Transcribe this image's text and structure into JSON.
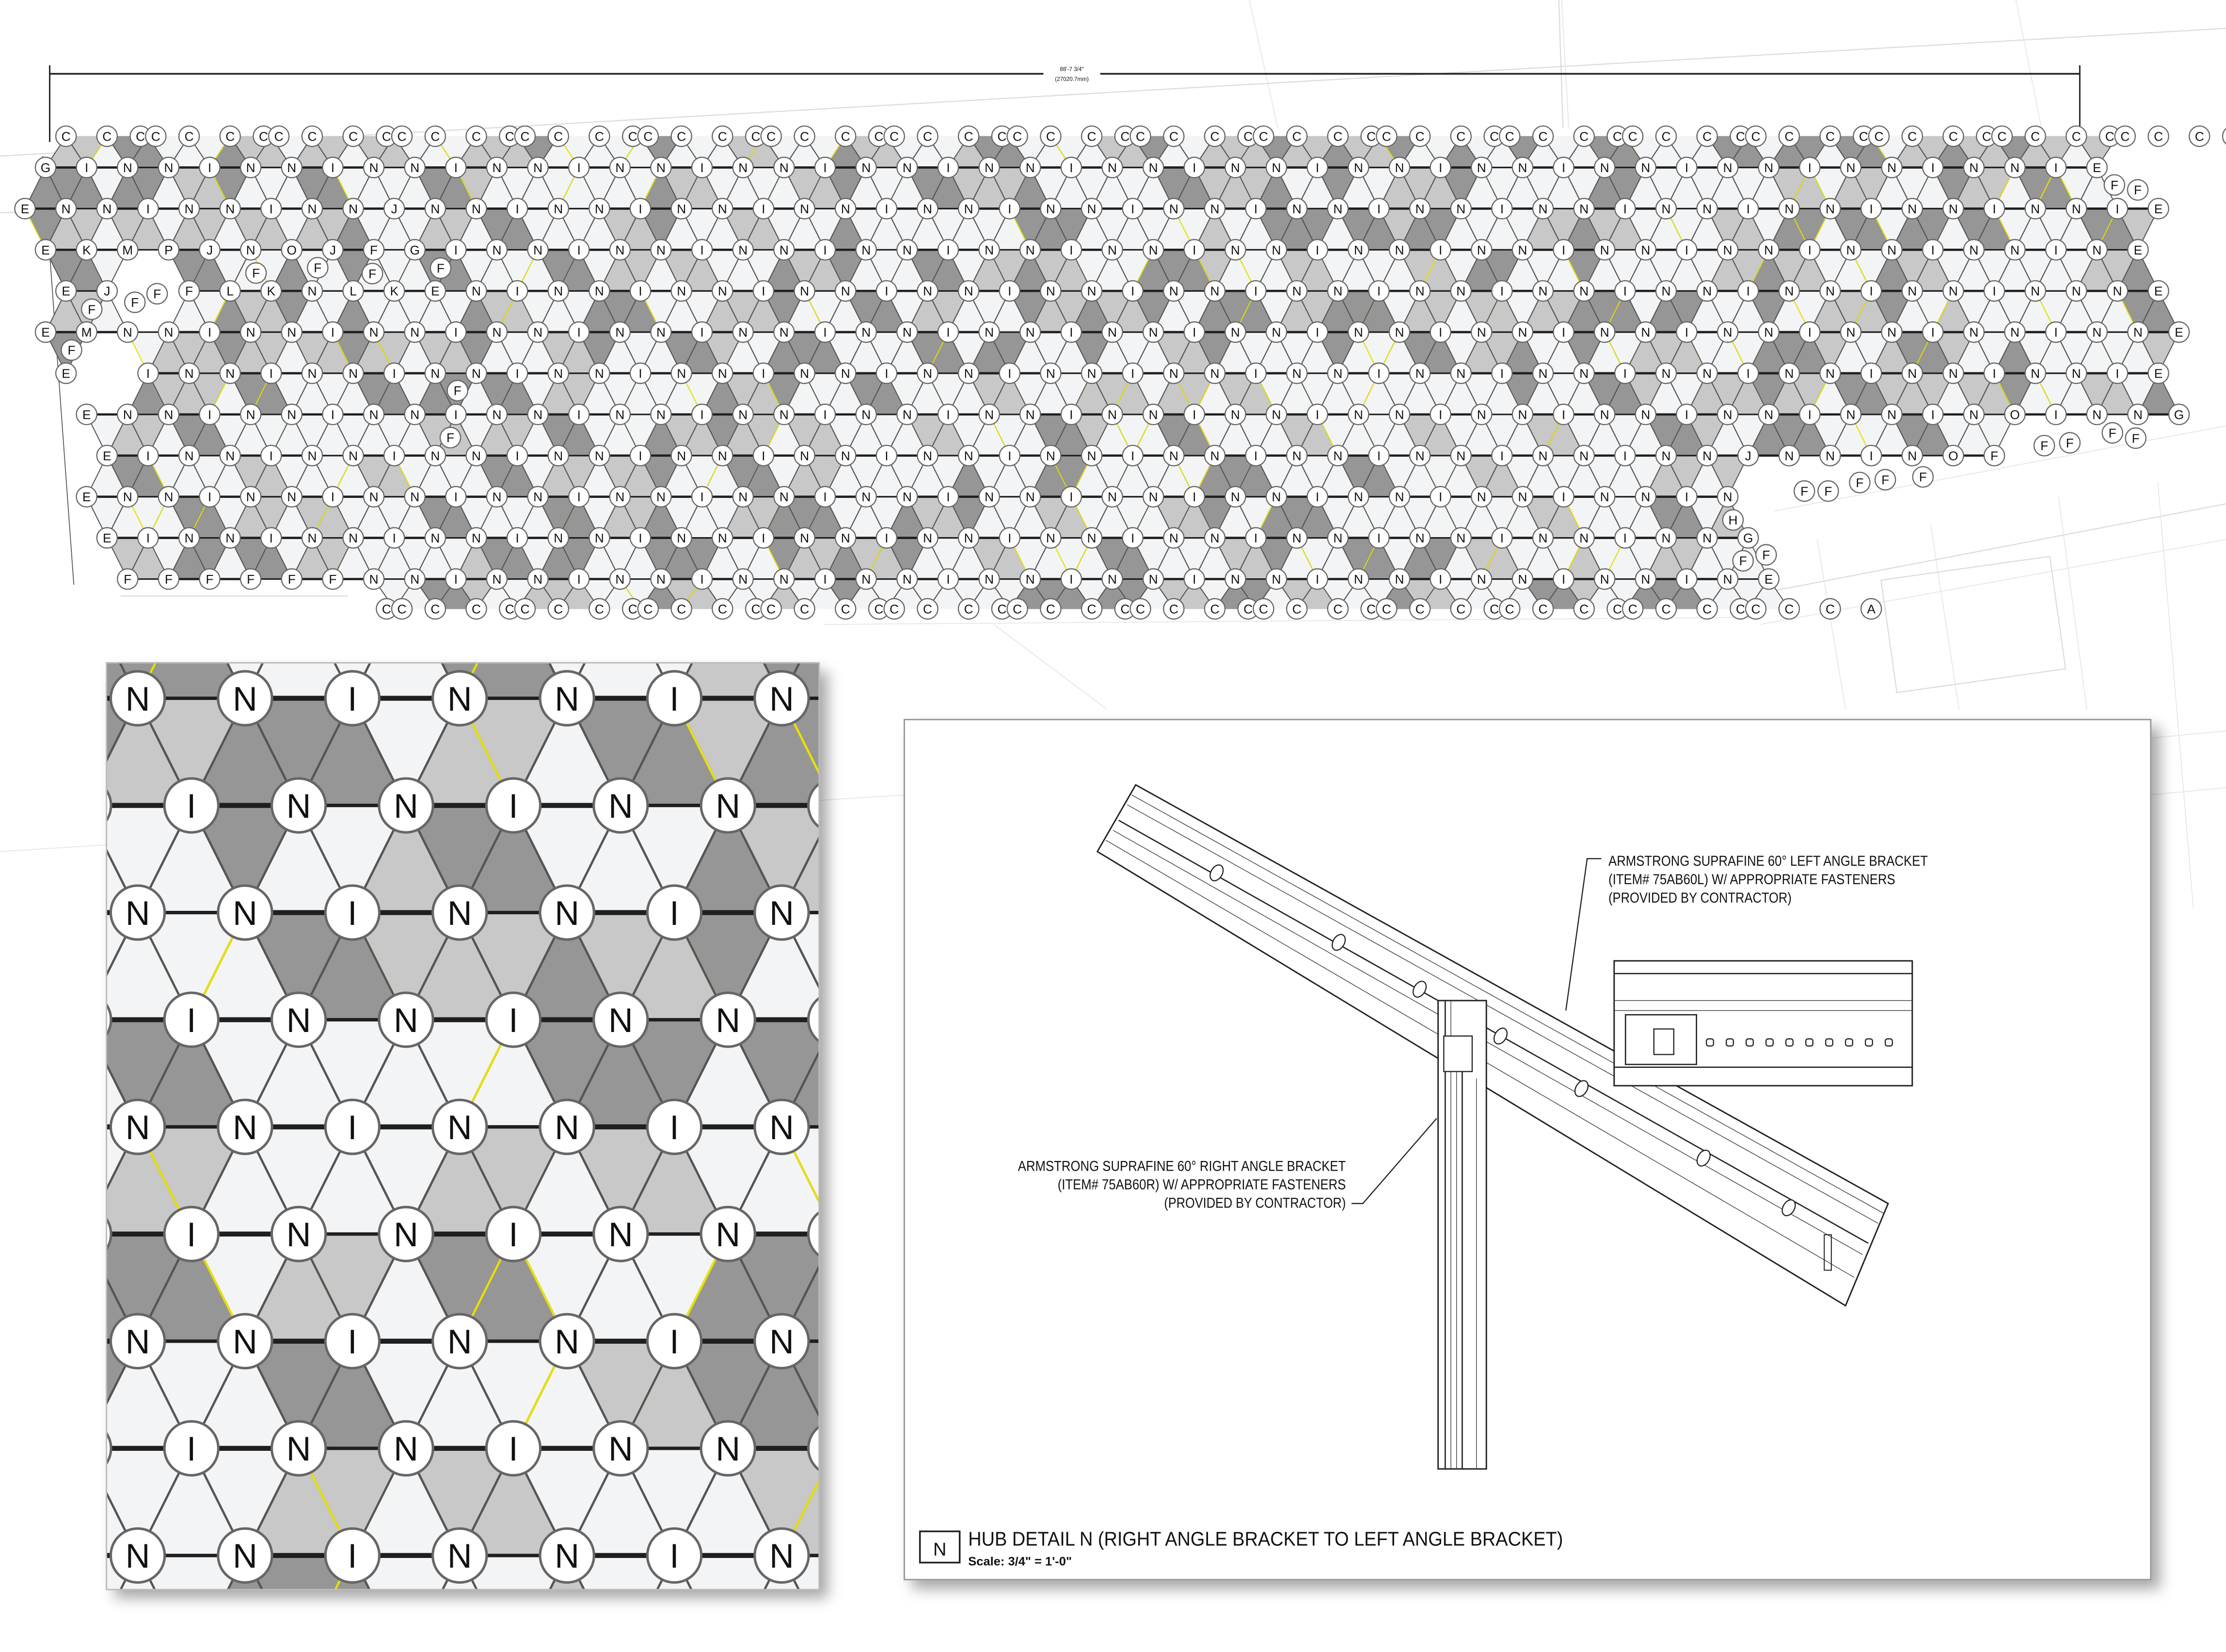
{
  "plan": {
    "dimension": {
      "primary": "88'-7 3/4\"",
      "metric": "(27020.7mm)"
    },
    "top_edge": "- C C CC C C CC C C CC C C CC C C CC C C CC C C CC C C CC C C CC C C CC C C CC C C CC C C CC C C CC C C CC C C CC C C CC C C CC C A",
    "rows": [
      "GINNINNINNINNINNINNINNINNINNINNINNINNINNINNINNINNIE",
      "ENNINNINNJNNINNINNINNINNINNINNINNINNINNINNINNINNINNIE",
      "EKMPJNOJFGINNINNINNINNINNINNINNINNINNINNINNINNINNINE",
      " EJ FLKNLKENINNINNINNINNINNINNINNINNINNINNINNINNINNNE",
      "EMNNINNINNINNINNINNINNINNINNINNINNINNINNINNINNINNINNE",
      " E INNINNINNINNINNINNINNINNINNINNINNINNINNINNINNINNIE",
      " ENNINNINNINNINNINNINNINNINNINNINNINNINNINNINNINOINNG",
      "  EINNINNINNINNINNINNINNINNINNINNINNINNINNJNNINOF",
      " ENNINNINNINNINNINNINNINNINNINNINNINNINNIN",
      "  EINNINNINNINNINNINNINNINNINNINNINNINNINNG",
      "  FFFFFFNNINNINNINNINNINNINNINNINNINNINNINE"
    ],
    "bottom_edge": "- - - - - - - - - CC C C CC C C CC C C CC C C CC C C CC C C CC C C CC C C CC C C CC C C CC C C CC C C A",
    "extra_labels": [
      "F",
      "F",
      "F",
      "F",
      "F",
      "F",
      "F",
      "F",
      "F",
      "F",
      "F",
      "F",
      "F",
      "F",
      "F",
      "F",
      "F",
      "F",
      "F",
      "F",
      "F",
      "F",
      "H",
      "F"
    ]
  },
  "inset": {
    "rows": [
      "NNINNIN",
      "NINNINNI",
      "NNINNIN",
      "NINNINNI",
      "NNINNIN",
      "NINNINNI",
      "NNINNIN",
      "NINNINNI",
      "NNINNIN"
    ]
  },
  "detail": {
    "left_bracket_note": [
      "ARMSTRONG SUPRAFINE 60° LEFT ANGLE BRACKET",
      "(ITEM# 75AB60L) W/ APPROPRIATE FASTENERS",
      "(PROVIDED BY CONTRACTOR)"
    ],
    "right_bracket_note": [
      "ARMSTRONG SUPRAFINE 60° RIGHT ANGLE BRACKET",
      "(ITEM# 75AB60R) W/ APPROPRIATE FASTENERS",
      "(PROVIDED BY CONTRACTOR)"
    ],
    "tag": "N",
    "title": "HUB DETAIL N (RIGHT ANGLE BRACKET TO LEFT ANGLE BRACKET)",
    "scale": "Scale: 3/4\" = 1'-0\""
  },
  "colors": {
    "tile_light": "#f3f4f6",
    "tile_mid": "#c8c8c8",
    "tile_dark": "#969696",
    "accent_edge": "#e8e000",
    "grid_line": "#555555",
    "main_line": "#1f1f1f"
  }
}
